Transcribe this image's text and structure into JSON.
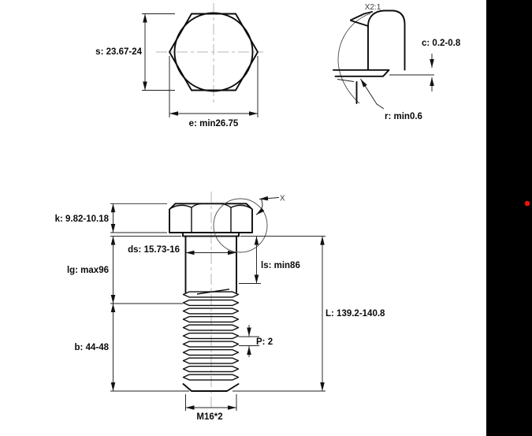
{
  "labels": {
    "detail_scale": "X2:1",
    "detail_ref": "X"
  },
  "top_view": {
    "s": "s: 23.67-24",
    "e": "e: min26.75"
  },
  "detail_view": {
    "c": "c: 0.2-0.8",
    "r": "r: min0.6"
  },
  "front_view": {
    "k": "k: 9.82-10.18",
    "ds": "ds: 15.73-16",
    "lg": "lg: max96",
    "ls": "ls: min86",
    "b": "b: 44-48",
    "length": "L: 139.2-140.8",
    "pitch": "P: 2",
    "thread_spec": "M16*2"
  },
  "colors": {
    "marker_red": "#e81505",
    "panel": "#000000"
  }
}
